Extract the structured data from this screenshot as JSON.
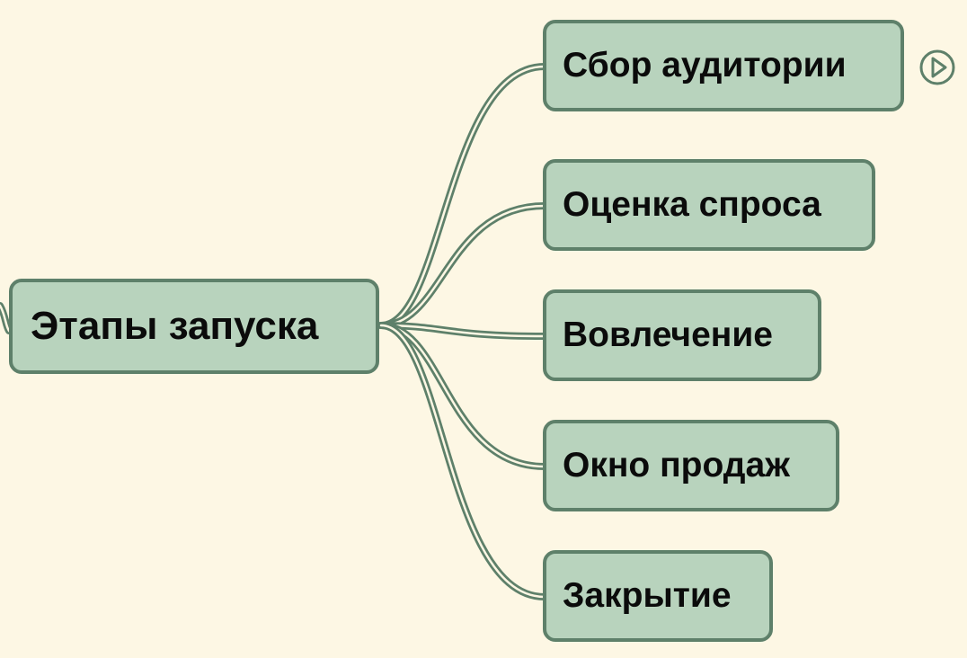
{
  "mindmap": {
    "root": {
      "label": "Этапы запуска"
    },
    "children": [
      {
        "label": "Сбор аудитории",
        "has_collapsed_children": true
      },
      {
        "label": "Оценка спроса"
      },
      {
        "label": "Вовлечение"
      },
      {
        "label": "Окно продаж"
      },
      {
        "label": "Закрытие"
      }
    ],
    "expand_icon": "play-circle-icon"
  },
  "colors": {
    "background": "#fdf7e4",
    "node_fill": "#b8d3bd",
    "node_border": "#5e806a",
    "connector": "#5e806a",
    "text": "#0b0b0b"
  }
}
